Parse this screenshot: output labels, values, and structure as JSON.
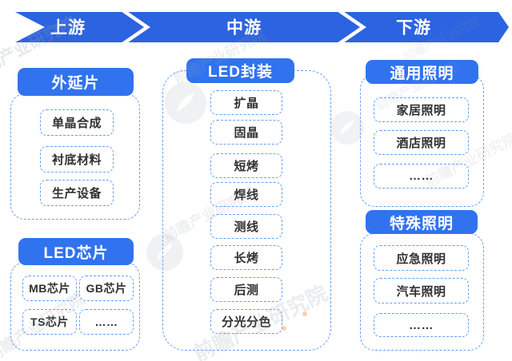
{
  "banner": {
    "segments": [
      {
        "label": "上游"
      },
      {
        "label": "中游"
      },
      {
        "label": "下游"
      }
    ]
  },
  "upstream": {
    "group1": {
      "title": "外延片",
      "items": [
        "单晶合成",
        "衬底材料",
        "生产设备"
      ]
    },
    "group2": {
      "title": "LED芯片",
      "items": [
        "MB芯片",
        "GB芯片",
        "TS芯片",
        "……"
      ]
    }
  },
  "midstream": {
    "group": {
      "title": "LED封装",
      "items": [
        "扩晶",
        "固晶",
        "短烤",
        "焊线",
        "测线",
        "长烤",
        "后测",
        "分光分色"
      ]
    }
  },
  "downstream": {
    "group1": {
      "title": "通用照明",
      "items": [
        "家居照明",
        "酒店照明",
        "……"
      ]
    },
    "group2": {
      "title": "特殊照明",
      "items": [
        "应急照明",
        "汽车照明",
        "……"
      ]
    }
  },
  "watermark": {
    "brand": "前瞻产业研究院"
  },
  "colors": {
    "ribbon_blue": "#2c63e0",
    "header_blue": "#3173ee",
    "dashed_border": "#63a0f5",
    "item_text": "#303030",
    "background": "#ffffff"
  }
}
